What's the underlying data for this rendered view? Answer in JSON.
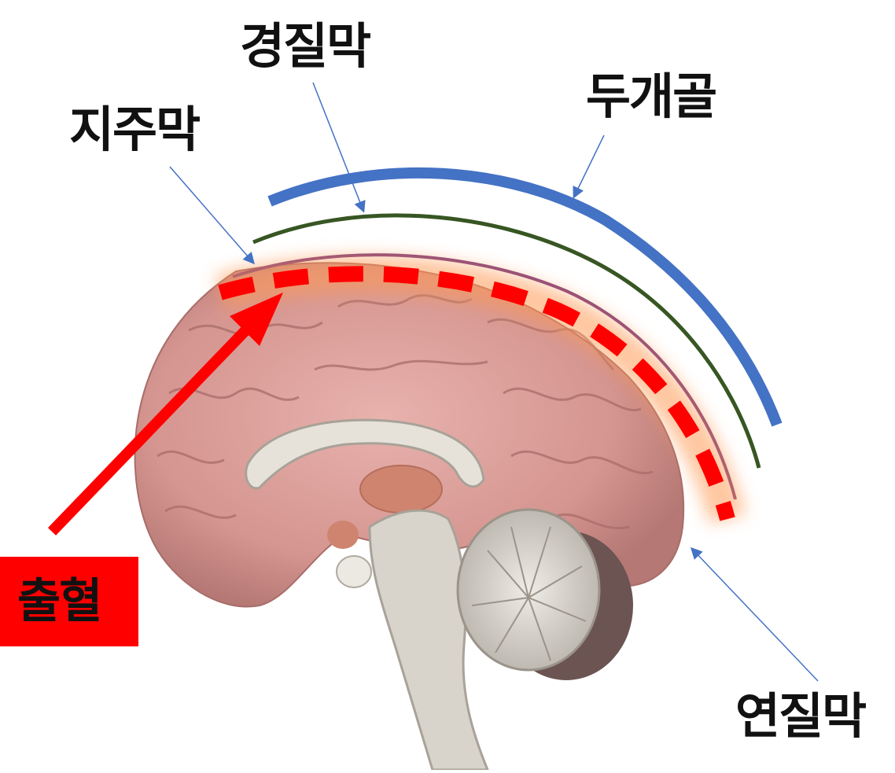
{
  "labels": {
    "dura_mater": "경질막",
    "skull": "두개골",
    "arachnoid": "지주막",
    "pia_mater": "연질막",
    "hemorrhage": "출혈"
  },
  "colors": {
    "skull_line": "#4472c4",
    "dura_line": "#375623",
    "arachnoid_line": "#7f3f7f",
    "hemorrhage": "#ff0000",
    "pointer_line": "#4472c4",
    "brain": "#d99a96",
    "brain_dark": "#b87a76",
    "brainstem": "#d8d4cc",
    "cerebellum": "#d6d2ca"
  }
}
